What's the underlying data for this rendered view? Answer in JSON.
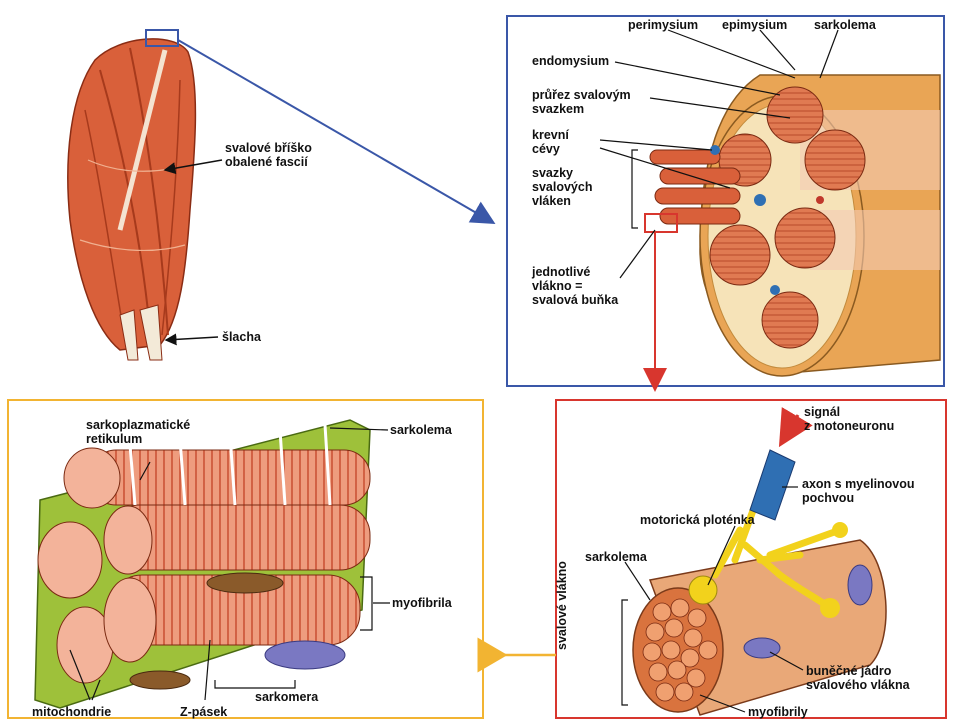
{
  "colors": {
    "muscle": "#d9603a",
    "muscle_light": "#eaa07a",
    "fascia": "#e9a555",
    "tendon": "#f3ead8",
    "sarcolemma_green": "#9ec13a",
    "nerve_yellow": "#f2d21c",
    "myelin_blue": "#2f6fb3",
    "nucleus_purple": "#7a78c2",
    "frame_blue": "#3a57a8",
    "frame_yellow": "#f2b432",
    "frame_red": "#d8362e"
  },
  "panel_muscle": {
    "label_belly": "svalové bříško\nobalené fascií",
    "label_tendon": "šlacha"
  },
  "panel_bundle": {
    "label_perimysium": "perimysium",
    "label_epimysium": "epimysium",
    "label_sarkolema": "sarkolema",
    "label_endomysium": "endomysium",
    "label_cross_section": "průřez svalovým\nsvazkem",
    "label_vessels": "krevní\ncévy",
    "label_bundles": "svazky\nsvalových\nvláken",
    "label_single_fiber": "jednotlivé\nvlákno =\nsvalová buňka"
  },
  "panel_myofibril": {
    "label_sr": "sarkoplazmatické\nretikulum",
    "label_sarkolema": "sarkolema",
    "label_myofibrila": "myofibrila",
    "label_mito": "mitochondrie",
    "label_zline": "Z-pásek",
    "label_sarcomere": "sarkomera"
  },
  "panel_fiber": {
    "label_signal": "signál\nz motoneuronu",
    "label_axon": "axon s myelinovou\npochvou",
    "label_endplate": "motorická ploténka",
    "label_sarkolema": "sarkolema",
    "label_fiber_vertical": "svalové vlákno",
    "label_nucleus": "buněčné jádro\nsvalového vlákna",
    "label_myofibrils": "myofibrily"
  }
}
